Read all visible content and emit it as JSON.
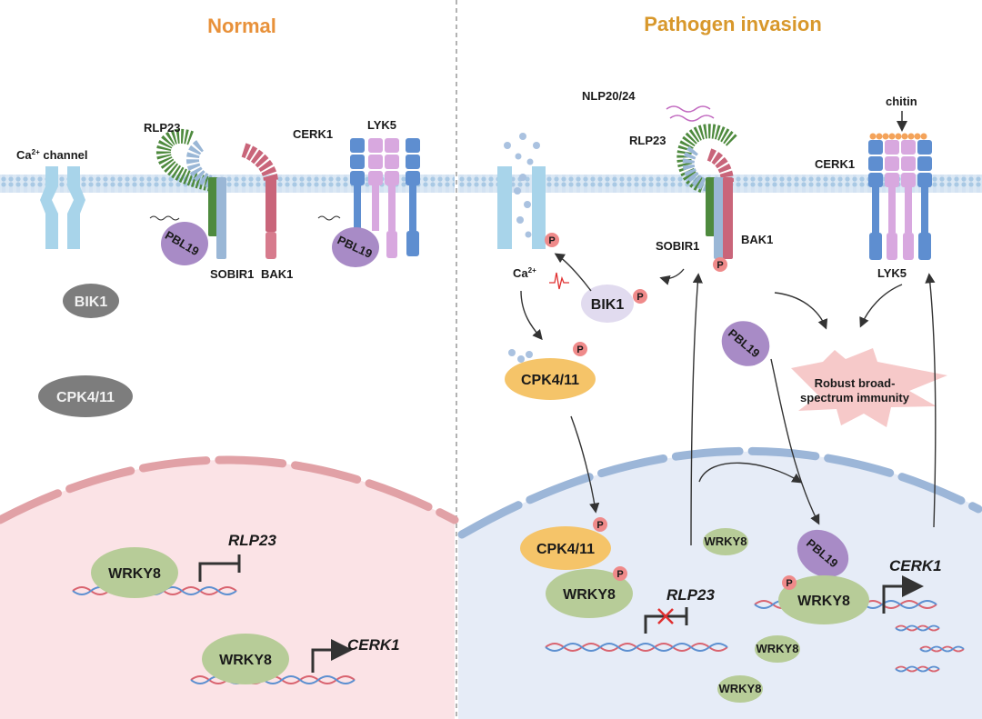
{
  "colors": {
    "title_normal": "#e8913a",
    "title_pathogen": "#d8982c",
    "membrane": "#a9c9e4",
    "nucleus_normal_fill": "#fbe3e6",
    "nucleus_normal_border": "#e1a1a6",
    "nucleus_infected_fill": "#e6ecf7",
    "nucleus_infected_border": "#9cb6d8",
    "wrky": "#b7cc98",
    "cpk": "#f5c469",
    "pbl19": "#a88bc6",
    "bik1": "#e1dbef",
    "phospho": "#ef8a8a",
    "inactive": "#7d7d7d",
    "immunity_star": "#f6c9c9"
  },
  "titles": {
    "normal": "Normal",
    "pathogen": "Pathogen invasion"
  },
  "normal": {
    "ca_channel": "Ca",
    "ca_channel_sup": "2+",
    "ca_channel_suffix": " channel",
    "rlp23": "RLP23",
    "cerk1": "CERK1",
    "lyk5": "LYK5",
    "pbl19_left": "PBL19",
    "pbl19_right": "PBL19",
    "sobir1": "SOBIR1",
    "bak1": "BAK1",
    "bik1": "BIK1",
    "cpk": "CPK4/11",
    "wrky_top": "WRKY8",
    "wrky_bottom": "WRKY8",
    "gene_rlp23": "RLP23",
    "gene_cerk1": "CERK1"
  },
  "pathogen": {
    "nlp": "NLP20/24",
    "rlp23": "RLP23",
    "chitin": "chitin",
    "cerk1": "CERK1",
    "lyk5": "LYK5",
    "sobir1": "SOBIR1",
    "bak1": "BAK1",
    "ca": "Ca",
    "ca_sup": "2+",
    "bik1": "BIK1",
    "cpk_cyto": "CPK4/11",
    "cpk_nuc": "CPK4/11",
    "pbl19_cyto": "PBL19",
    "pbl19_nuc": "PBL19",
    "immunity_line1": "Robust broad-",
    "immunity_line2": "spectrum immunity",
    "wrky_left": "WRKY8",
    "wrky_right": "WRKY8",
    "wrky_small_1": "WRKY8",
    "wrky_small_2": "WRKY8",
    "wrky_small_3": "WRKY8",
    "gene_rlp23": "RLP23",
    "gene_cerk1": "CERK1",
    "phospho": "P"
  }
}
